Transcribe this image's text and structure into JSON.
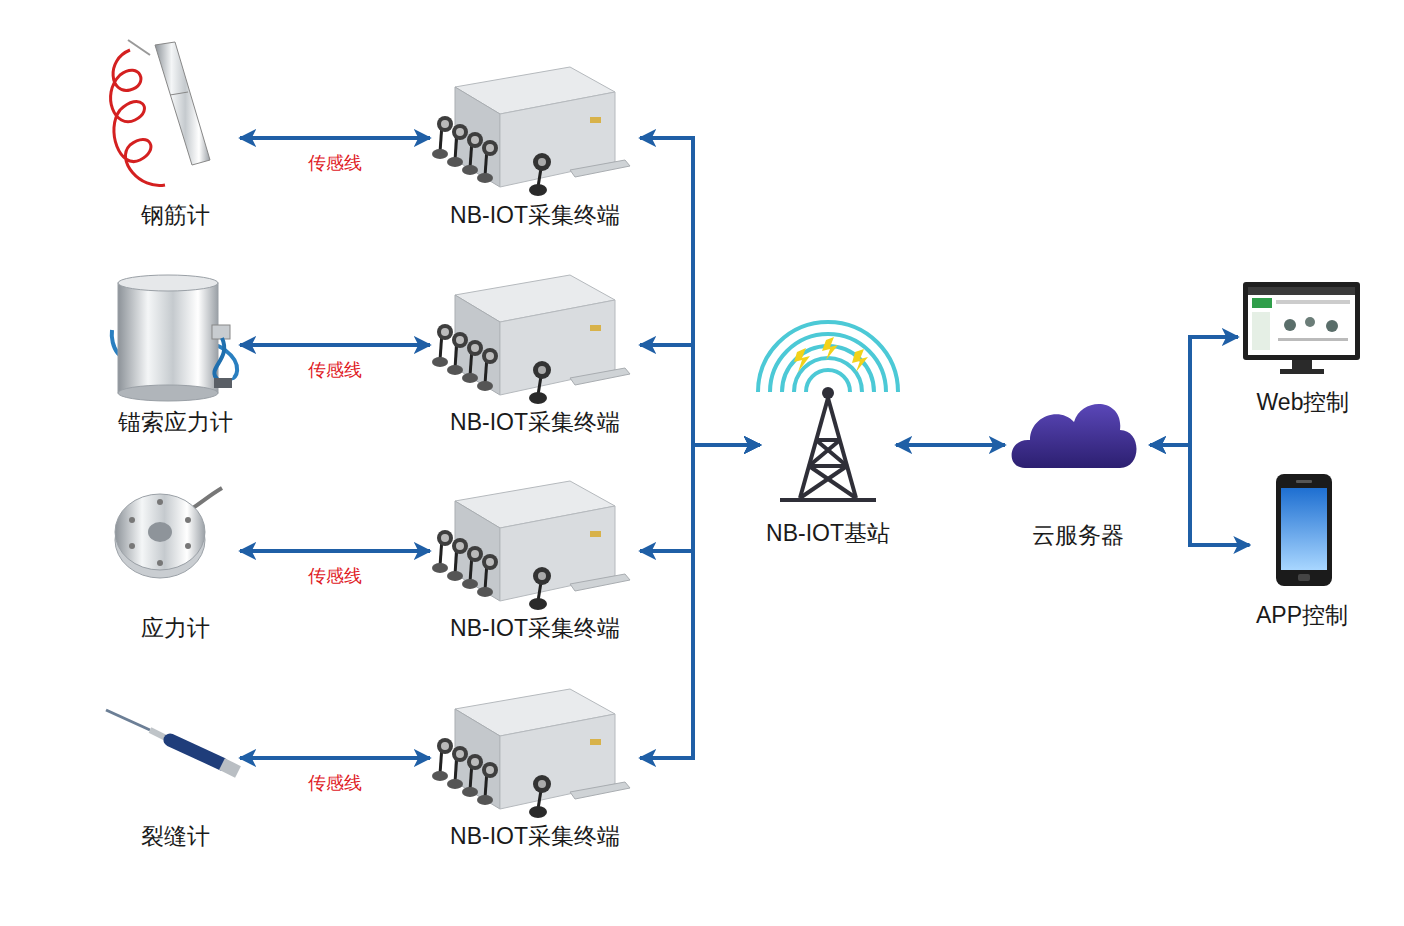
{
  "diagram": {
    "nodes": [
      {
        "text": [
          "钢筋计"
        ]
      },
      {
        "text": [
          "NB-IOT采集终端"
        ]
      },
      {
        "text": [
          "锚索应力计"
        ]
      },
      {
        "text": [
          "NB-IOT采集终端"
        ]
      },
      {
        "text": [
          "应力计"
        ]
      },
      {
        "text": [
          "NB-IOT采集终端"
        ]
      },
      {
        "text": [
          "裂缝计"
        ]
      },
      {
        "text": [
          "NB-IOT采集终端"
        ]
      },
      {
        "text": [
          "NB-IOT基站"
        ]
      },
      {
        "text": [
          "云服务器"
        ]
      },
      {
        "text": [
          "Web控制"
        ]
      },
      {
        "text": [
          "APP控制"
        ]
      }
    ],
    "edges": [
      {
        "from": 0,
        "to": 1,
        "label": "传感线",
        "arrow": "both"
      },
      {
        "from": 2,
        "to": 3,
        "label": "传感线",
        "arrow": "both"
      },
      {
        "from": 4,
        "to": 5,
        "label": "传感线",
        "arrow": "both"
      },
      {
        "from": 6,
        "to": 7,
        "label": "传感线",
        "arrow": "both"
      },
      {
        "from": 1,
        "to": 8,
        "arrow": "both"
      },
      {
        "from": 3,
        "to": 8,
        "arrow": "both"
      },
      {
        "from": 5,
        "to": 8,
        "arrow": "both"
      },
      {
        "from": 7,
        "to": 8,
        "arrow": "both"
      },
      {
        "from": 8,
        "to": 9,
        "arrow": "both"
      },
      {
        "from": 9,
        "to": 10,
        "arrow": "both"
      },
      {
        "from": 9,
        "to": 11,
        "arrow": "both"
      }
    ]
  }
}
